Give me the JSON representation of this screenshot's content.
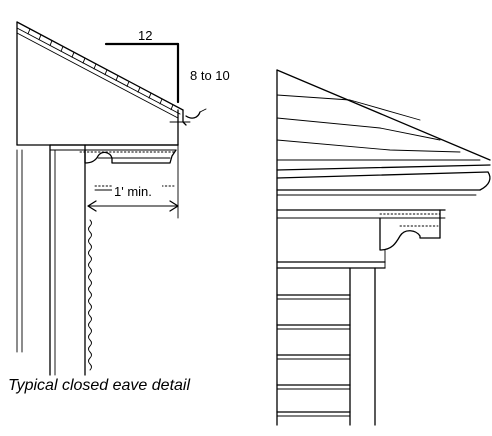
{
  "annotations": {
    "run": "12",
    "rise": "8 to 10",
    "overhang": "1' min."
  },
  "caption": "Typical closed eave detail"
}
